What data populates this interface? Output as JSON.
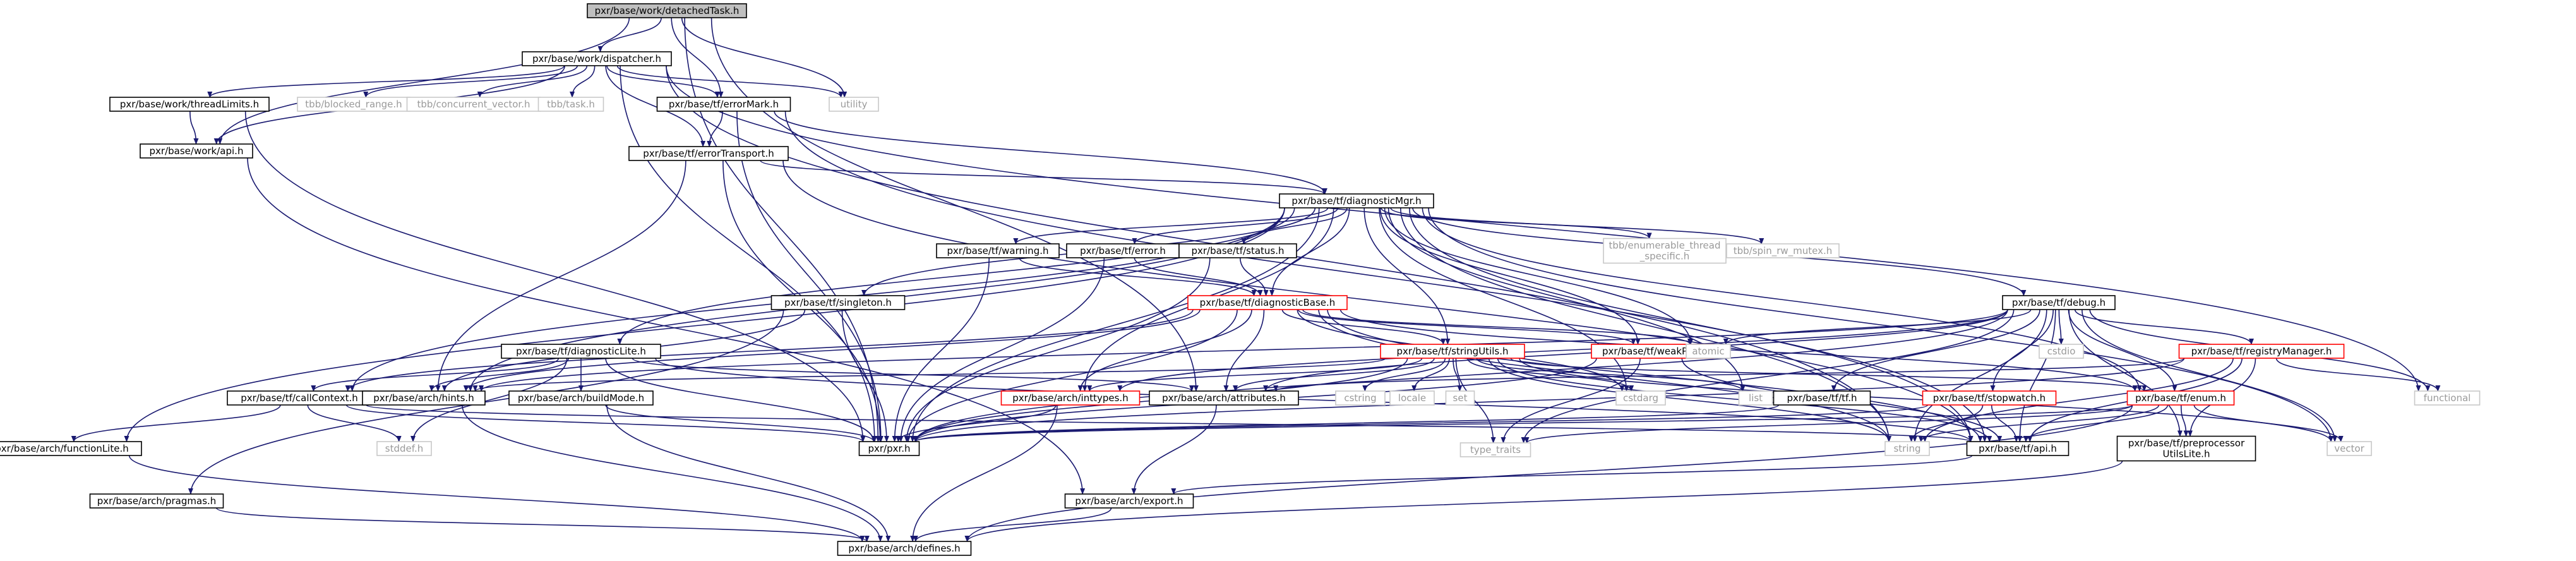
{
  "colors": {
    "edge": "#191970",
    "box_border": "#000000",
    "root_fill": "#bfbfbf",
    "problem_border": "#ff0000",
    "external_border": "#c8c8c8",
    "external_text": "#9a9a9a"
  },
  "nodes": [
    {
      "id": "detachedTask",
      "label": "pxr/base/work/detachedTask.h",
      "kind": "root"
    },
    {
      "id": "dispatcher",
      "label": "pxr/base/work/dispatcher.h",
      "kind": "normal"
    },
    {
      "id": "threadLimits",
      "label": "pxr/base/work/threadLimits.h",
      "kind": "normal"
    },
    {
      "id": "blocked_range",
      "label": "tbb/blocked_range.h",
      "kind": "external"
    },
    {
      "id": "concurrent_vector",
      "label": "tbb/concurrent_vector.h",
      "kind": "external"
    },
    {
      "id": "task",
      "label": "tbb/task.h",
      "kind": "external"
    },
    {
      "id": "errorMark",
      "label": "pxr/base/tf/errorMark.h",
      "kind": "normal"
    },
    {
      "id": "utility",
      "label": "utility",
      "kind": "external"
    },
    {
      "id": "workApi",
      "label": "pxr/base/work/api.h",
      "kind": "normal"
    },
    {
      "id": "errorTransport",
      "label": "pxr/base/tf/errorTransport.h",
      "kind": "normal"
    },
    {
      "id": "diagnosticMgr",
      "label": "pxr/base/tf/diagnosticMgr.h",
      "kind": "normal"
    },
    {
      "id": "warning",
      "label": "pxr/base/tf/warning.h",
      "kind": "normal"
    },
    {
      "id": "error",
      "label": "pxr/base/tf/error.h",
      "kind": "normal"
    },
    {
      "id": "status",
      "label": "pxr/base/tf/status.h",
      "kind": "normal"
    },
    {
      "id": "enumerable_thread_specific",
      "label": "tbb/enumerable_thread\n_specific.h",
      "kind": "external"
    },
    {
      "id": "spin_rw_mutex",
      "label": "tbb/spin_rw_mutex.h",
      "kind": "external"
    },
    {
      "id": "singleton",
      "label": "pxr/base/tf/singleton.h",
      "kind": "normal"
    },
    {
      "id": "diagnosticBase",
      "label": "pxr/base/tf/diagnosticBase.h",
      "kind": "problem"
    },
    {
      "id": "debug",
      "label": "pxr/base/tf/debug.h",
      "kind": "normal"
    },
    {
      "id": "diagnosticLite",
      "label": "pxr/base/tf/diagnosticLite.h",
      "kind": "normal"
    },
    {
      "id": "stringUtils",
      "label": "pxr/base/tf/stringUtils.h",
      "kind": "problem"
    },
    {
      "id": "weakPtr",
      "label": "pxr/base/tf/weakPtr.h",
      "kind": "problem"
    },
    {
      "id": "atomic",
      "label": "atomic",
      "kind": "external"
    },
    {
      "id": "cstdio",
      "label": "cstdio",
      "kind": "external"
    },
    {
      "id": "registryManager",
      "label": "pxr/base/tf/registryManager.h",
      "kind": "problem"
    },
    {
      "id": "functional",
      "label": "functional",
      "kind": "external"
    },
    {
      "id": "callContext",
      "label": "pxr/base/tf/callContext.h",
      "kind": "normal"
    },
    {
      "id": "hints",
      "label": "pxr/base/arch/hints.h",
      "kind": "normal"
    },
    {
      "id": "buildMode",
      "label": "pxr/base/arch/buildMode.h",
      "kind": "normal"
    },
    {
      "id": "inttypes",
      "label": "pxr/base/arch/inttypes.h",
      "kind": "problem"
    },
    {
      "id": "attributes",
      "label": "pxr/base/arch/attributes.h",
      "kind": "normal"
    },
    {
      "id": "cstring",
      "label": "cstring",
      "kind": "external"
    },
    {
      "id": "locale",
      "label": "locale",
      "kind": "external"
    },
    {
      "id": "set",
      "label": "set",
      "kind": "external"
    },
    {
      "id": "cstdarg",
      "label": "cstdarg",
      "kind": "external"
    },
    {
      "id": "list",
      "label": "list",
      "kind": "external"
    },
    {
      "id": "tf",
      "label": "pxr/base/tf/tf.h",
      "kind": "normal"
    },
    {
      "id": "stopwatch",
      "label": "pxr/base/tf/stopwatch.h",
      "kind": "problem"
    },
    {
      "id": "enum",
      "label": "pxr/base/tf/enum.h",
      "kind": "problem"
    },
    {
      "id": "functionLite",
      "label": "pxr/base/arch/functionLite.h",
      "kind": "normal"
    },
    {
      "id": "stddef",
      "label": "stddef.h",
      "kind": "external"
    },
    {
      "id": "pxr",
      "label": "pxr/pxr.h",
      "kind": "normal"
    },
    {
      "id": "type_traits",
      "label": "type_traits",
      "kind": "external"
    },
    {
      "id": "string",
      "label": "string",
      "kind": "external"
    },
    {
      "id": "tfApi",
      "label": "pxr/base/tf/api.h",
      "kind": "normal"
    },
    {
      "id": "preprocessorUtilsLite",
      "label": "pxr/base/tf/preprocessor\nUtilsLite.h",
      "kind": "normal"
    },
    {
      "id": "vector",
      "label": "vector",
      "kind": "external"
    },
    {
      "id": "pragmas",
      "label": "pxr/base/arch/pragmas.h",
      "kind": "normal"
    },
    {
      "id": "export",
      "label": "pxr/base/arch/export.h",
      "kind": "normal"
    },
    {
      "id": "defines",
      "label": "pxr/base/arch/defines.h",
      "kind": "normal"
    }
  ],
  "edges": [
    [
      "detachedTask",
      "dispatcher"
    ],
    [
      "detachedTask",
      "utility"
    ],
    [
      "detachedTask",
      "errorMark"
    ],
    [
      "detachedTask",
      "workApi"
    ],
    [
      "detachedTask",
      "pxr"
    ],
    [
      "detachedTask",
      "attributes"
    ],
    [
      "dispatcher",
      "threadLimits"
    ],
    [
      "dispatcher",
      "blocked_range"
    ],
    [
      "dispatcher",
      "concurrent_vector"
    ],
    [
      "dispatcher",
      "task"
    ],
    [
      "dispatcher",
      "errorMark"
    ],
    [
      "dispatcher",
      "utility"
    ],
    [
      "dispatcher",
      "workApi"
    ],
    [
      "dispatcher",
      "pxr"
    ],
    [
      "dispatcher",
      "errorTransport"
    ],
    [
      "dispatcher",
      "functional"
    ],
    [
      "dispatcher",
      "string"
    ],
    [
      "threadLimits",
      "workApi"
    ],
    [
      "threadLimits",
      "pxr"
    ],
    [
      "workApi",
      "export"
    ],
    [
      "errorMark",
      "errorTransport"
    ],
    [
      "errorMark",
      "diagnosticMgr"
    ],
    [
      "errorMark",
      "pxr"
    ],
    [
      "errorMark",
      "tfApi"
    ],
    [
      "errorTransport",
      "diagnosticMgr"
    ],
    [
      "errorTransport",
      "pxr"
    ],
    [
      "errorTransport",
      "hints"
    ],
    [
      "errorTransport",
      "tfApi"
    ],
    [
      "diagnosticMgr",
      "warning"
    ],
    [
      "diagnosticMgr",
      "error"
    ],
    [
      "diagnosticMgr",
      "status"
    ],
    [
      "diagnosticMgr",
      "enumerable_thread_specific"
    ],
    [
      "diagnosticMgr",
      "spin_rw_mutex"
    ],
    [
      "diagnosticMgr",
      "singleton"
    ],
    [
      "diagnosticMgr",
      "diagnosticBase"
    ],
    [
      "diagnosticMgr",
      "debug"
    ],
    [
      "diagnosticMgr",
      "diagnosticLite"
    ],
    [
      "diagnosticMgr",
      "stringUtils"
    ],
    [
      "diagnosticMgr",
      "weakPtr"
    ],
    [
      "diagnosticMgr",
      "atomic"
    ],
    [
      "diagnosticMgr",
      "callContext"
    ],
    [
      "diagnosticMgr",
      "inttypes"
    ],
    [
      "diagnosticMgr",
      "cstdarg"
    ],
    [
      "diagnosticMgr",
      "list"
    ],
    [
      "diagnosticMgr",
      "string"
    ],
    [
      "diagnosticMgr",
      "tfApi"
    ],
    [
      "diagnosticMgr",
      "vector"
    ],
    [
      "diagnosticMgr",
      "pxr"
    ],
    [
      "diagnosticMgr",
      "hints"
    ],
    [
      "diagnosticMgr",
      "functionLite"
    ],
    [
      "diagnosticMgr",
      "enum"
    ],
    [
      "warning",
      "diagnosticBase"
    ],
    [
      "warning",
      "pxr"
    ],
    [
      "error",
      "diagnosticBase"
    ],
    [
      "error",
      "pxr"
    ],
    [
      "status",
      "diagnosticBase"
    ],
    [
      "status",
      "pxr"
    ],
    [
      "singleton",
      "pxr"
    ],
    [
      "singleton",
      "hints"
    ],
    [
      "singleton",
      "pragmas"
    ],
    [
      "diagnosticBase",
      "stringUtils"
    ],
    [
      "diagnosticBase",
      "weakPtr"
    ],
    [
      "diagnosticBase",
      "attributes"
    ],
    [
      "diagnosticBase",
      "inttypes"
    ],
    [
      "diagnosticBase",
      "callContext"
    ],
    [
      "diagnosticBase",
      "cstdarg"
    ],
    [
      "diagnosticBase",
      "enum"
    ],
    [
      "diagnosticBase",
      "atomic"
    ],
    [
      "diagnosticBase",
      "tfApi"
    ],
    [
      "diagnosticBase",
      "pxr"
    ],
    [
      "diagnosticBase",
      "hints"
    ],
    [
      "diagnosticBase",
      "string"
    ],
    [
      "debug",
      "atomic"
    ],
    [
      "debug",
      "cstdio"
    ],
    [
      "debug",
      "registryManager"
    ],
    [
      "debug",
      "functional"
    ],
    [
      "debug",
      "stopwatch"
    ],
    [
      "debug",
      "enum"
    ],
    [
      "debug",
      "tf"
    ],
    [
      "debug",
      "attributes"
    ],
    [
      "debug",
      "hints"
    ],
    [
      "debug",
      "inttypes"
    ],
    [
      "debug",
      "preprocessorUtilsLite"
    ],
    [
      "debug",
      "tfApi"
    ],
    [
      "debug",
      "pxr"
    ],
    [
      "debug",
      "vector"
    ],
    [
      "debug",
      "string"
    ],
    [
      "debug",
      "type_traits"
    ],
    [
      "diagnosticLite",
      "callContext"
    ],
    [
      "diagnosticLite",
      "hints"
    ],
    [
      "diagnosticLite",
      "buildMode"
    ],
    [
      "diagnosticLite",
      "stddef"
    ],
    [
      "diagnosticLite",
      "pxr"
    ],
    [
      "diagnosticLite",
      "attributes"
    ],
    [
      "diagnosticLite",
      "tfApi"
    ],
    [
      "stringUtils",
      "cstring"
    ],
    [
      "stringUtils",
      "locale"
    ],
    [
      "stringUtils",
      "set"
    ],
    [
      "stringUtils",
      "cstdarg"
    ],
    [
      "stringUtils",
      "list"
    ],
    [
      "stringUtils",
      "inttypes"
    ],
    [
      "stringUtils",
      "attributes"
    ],
    [
      "stringUtils",
      "hints"
    ],
    [
      "stringUtils",
      "enum"
    ],
    [
      "stringUtils",
      "tfApi"
    ],
    [
      "stringUtils",
      "pxr"
    ],
    [
      "stringUtils",
      "string"
    ],
    [
      "stringUtils",
      "vector"
    ],
    [
      "stringUtils",
      "type_traits"
    ],
    [
      "weakPtr",
      "pxr"
    ],
    [
      "weakPtr",
      "tfApi"
    ],
    [
      "weakPtr",
      "type_traits"
    ],
    [
      "registryManager",
      "functional"
    ],
    [
      "registryManager",
      "tfApi"
    ],
    [
      "registryManager",
      "preprocessorUtilsLite"
    ],
    [
      "registryManager",
      "attributes"
    ],
    [
      "registryManager",
      "pxr"
    ],
    [
      "registryManager",
      "string"
    ],
    [
      "stopwatch",
      "pxr"
    ],
    [
      "stopwatch",
      "tfApi"
    ],
    [
      "stopwatch",
      "string"
    ],
    [
      "enum",
      "preprocessorUtilsLite"
    ],
    [
      "enum",
      "tfApi"
    ],
    [
      "enum",
      "pxr"
    ],
    [
      "enum",
      "string"
    ],
    [
      "enum",
      "vector"
    ],
    [
      "enum",
      "type_traits"
    ],
    [
      "enum",
      "defines"
    ],
    [
      "callContext",
      "functionLite"
    ],
    [
      "callContext",
      "stddef"
    ],
    [
      "callContext",
      "pxr"
    ],
    [
      "callContext",
      "tfApi"
    ],
    [
      "hints",
      "defines"
    ],
    [
      "buildMode",
      "pxr"
    ],
    [
      "buildMode",
      "defines"
    ],
    [
      "inttypes",
      "pxr"
    ],
    [
      "inttypes",
      "defines"
    ],
    [
      "attributes",
      "export"
    ],
    [
      "functionLite",
      "defines"
    ],
    [
      "tfApi",
      "export"
    ],
    [
      "preprocessorUtilsLite",
      "defines"
    ],
    [
      "pragmas",
      "defines"
    ],
    [
      "export",
      "defines"
    ],
    [
      "tf",
      "pxr"
    ]
  ]
}
